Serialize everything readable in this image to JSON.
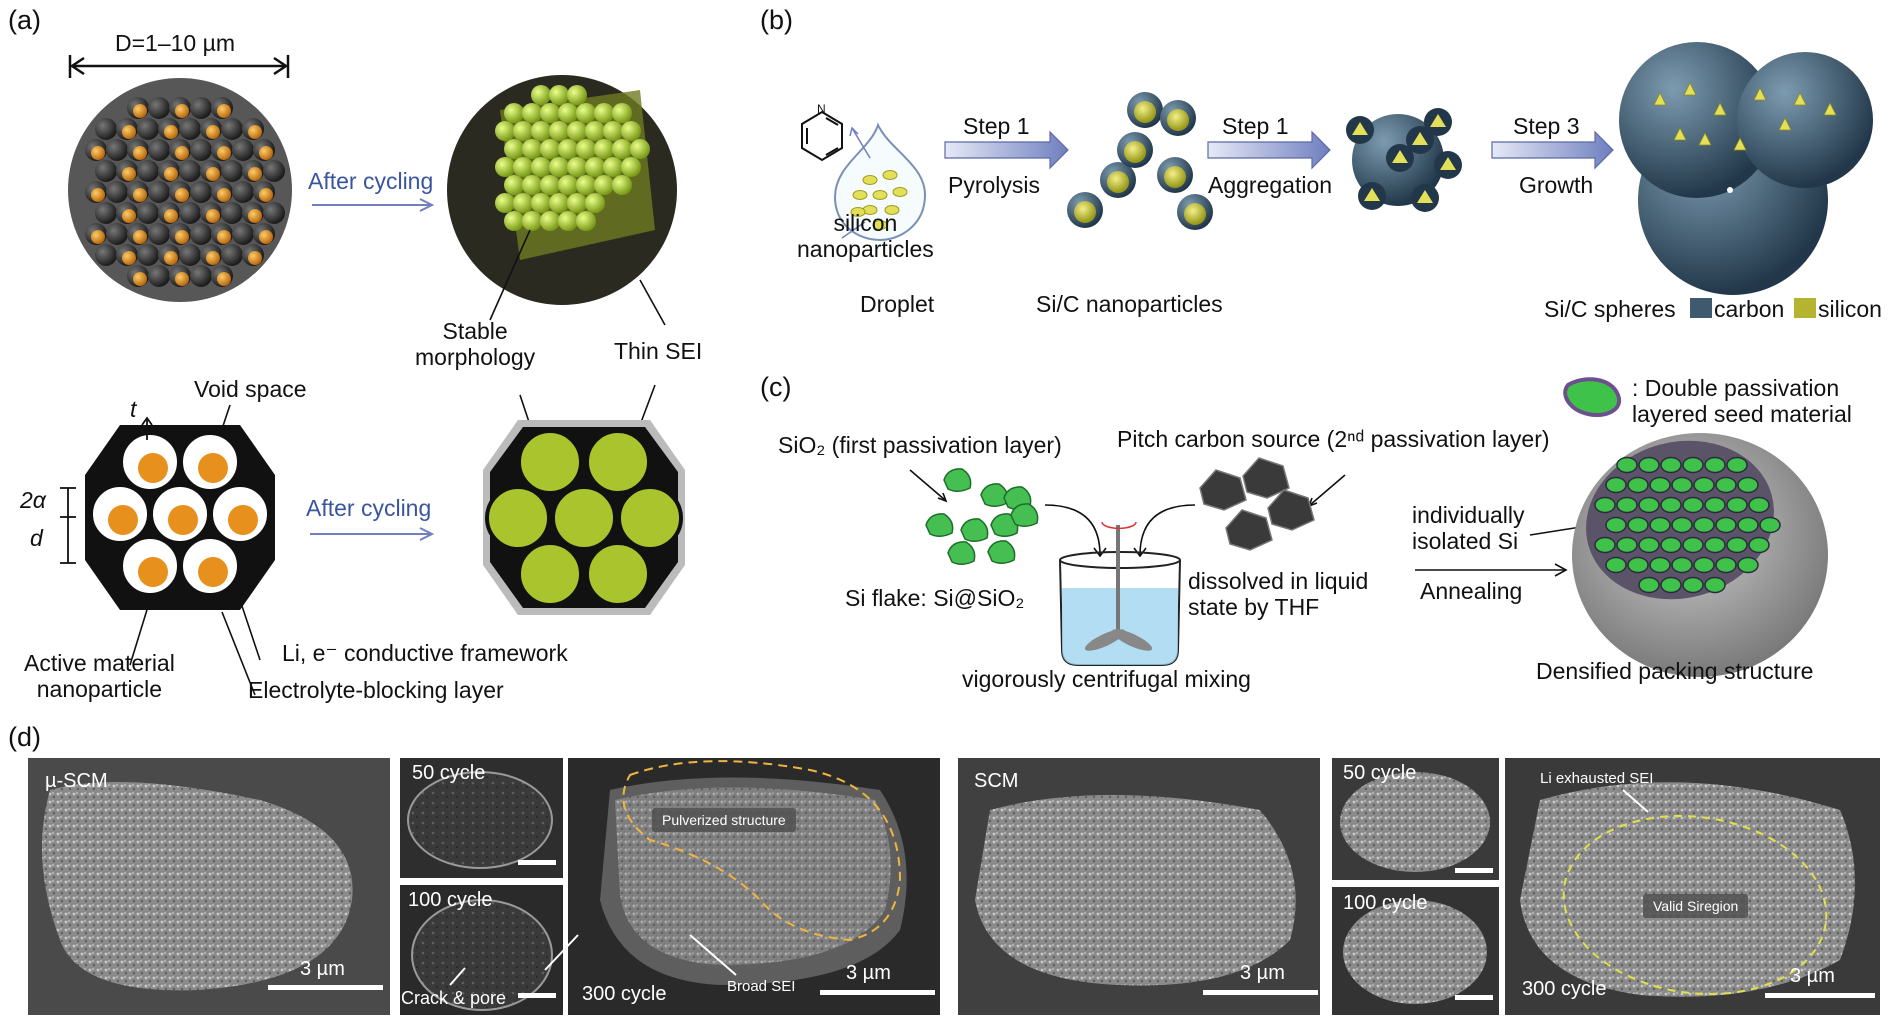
{
  "panels": {
    "a": "(a)",
    "b": "(b)",
    "c": "(c)",
    "d": "(d)"
  },
  "a": {
    "diameter": "D=1–10 µm",
    "after_top": "After cycling",
    "after_bottom": "After cycling",
    "stable": "Stable\nmorphology",
    "thin_sei": "Thin SEI",
    "void": "Void space",
    "t": "t",
    "two_alpha": "2α",
    "d": "d",
    "active": "Active material\nnanoparticle",
    "framework": "Li, e⁻ conductive framework",
    "blocking": "Electrolyte-blocking layer"
  },
  "b": {
    "step1a": "Step 1",
    "pyrolysis": "Pyrolysis",
    "step1b": "Step 1",
    "aggregation": "Aggregation",
    "step3": "Step 3",
    "growth": "Growth",
    "silicon_np": "silicon\nnanoparticles",
    "droplet": "Droplet",
    "sic_np": "Si/C nanoparticles",
    "sic_spheres": "Si/C spheres",
    "legend_carbon": "carbon",
    "legend_silicon": "silicon"
  },
  "c": {
    "double": ": Double passivation\nlayered seed material",
    "sio2": "SiO₂ (first passivation layer)",
    "pitch": "Pitch carbon source (2ⁿᵈ passivation layer)",
    "si_flake": "Si flake: Si@SiO₂",
    "dissolved": "dissolved in liquid\nstate by THF",
    "individually": "individually\nisolated Si",
    "annealing": "Annealing",
    "mixing": "vigorously centrifugal mixing",
    "densified": "Densified packing structure"
  },
  "d": {
    "uscm": "µ-SCM",
    "c50a": "50 cycle",
    "c100a": "100 cycle",
    "crack": "Crack & pore",
    "pulverized": "Pulverized structure",
    "broad": "Broad SEI",
    "c300a": "300 cycle",
    "scm": "SCM",
    "c50b": "50 cycle",
    "c100b": "100 cycle",
    "li_sei": "Li exhausted SEI",
    "valid": "Valid Siregion",
    "c300b": "300 cycle",
    "scale1": "3 µm",
    "scale2": "3 µm",
    "scale3": "3 µm",
    "scale4": "3 µm"
  },
  "colors": {
    "carbon": "#3f5a6e",
    "silicon": "#b4b431",
    "orange": "#e8901e",
    "lime": "#a9c42d",
    "green": "#3ec24a",
    "arrow": "#8a96c4"
  }
}
